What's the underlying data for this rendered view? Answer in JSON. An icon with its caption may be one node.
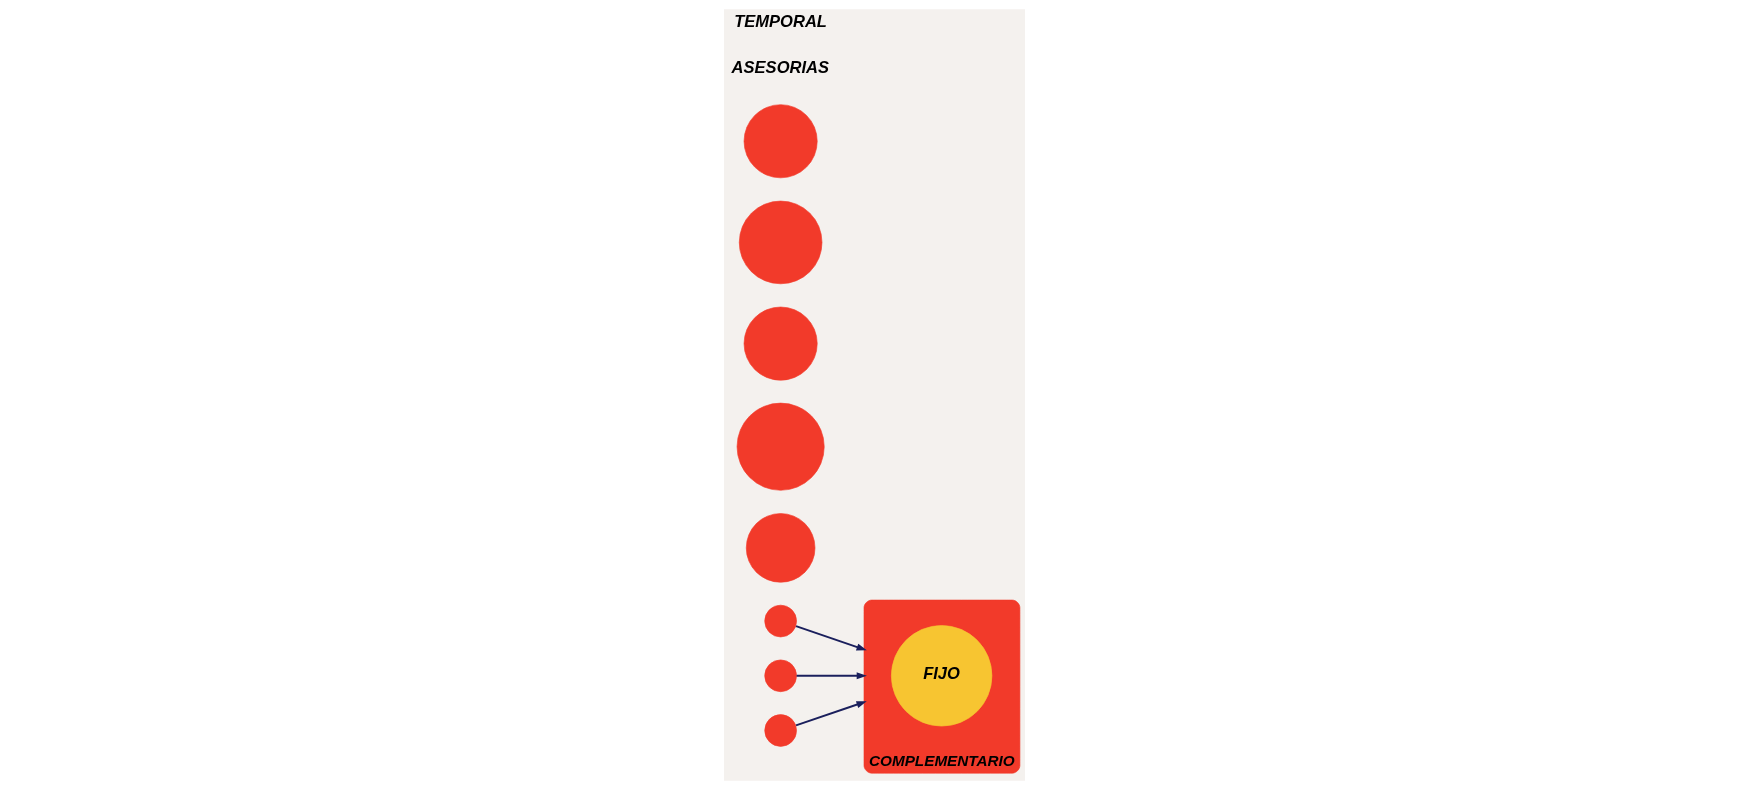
{
  "diagram": {
    "nodes": [
      {
        "text": [
          "COMPLEMENTARIO"
        ]
      },
      {
        "text": [
          "FIJO"
        ],
        "in": 0
      },
      {
        "text": [],
        "shape": "circle"
      },
      {
        "text": [],
        "shape": "circle"
      },
      {
        "text": [],
        "shape": "circle"
      },
      {
        "text": [],
        "shape": "circle"
      },
      {
        "text": [],
        "shape": "circle"
      },
      {
        "text": [],
        "shape": "circle"
      },
      {
        "text": [],
        "shape": "circle"
      },
      {
        "text": [],
        "shape": "circle"
      }
    ],
    "edges": [
      {
        "from": 2,
        "to": 0,
        "arrow": "to"
      },
      {
        "from": 3,
        "to": 0,
        "arrow": "to"
      },
      {
        "from": 9,
        "to": 0,
        "arrow": "to"
      }
    ],
    "labels": [
      "ASESORIAS",
      "TEMPORAL"
    ]
  }
}
